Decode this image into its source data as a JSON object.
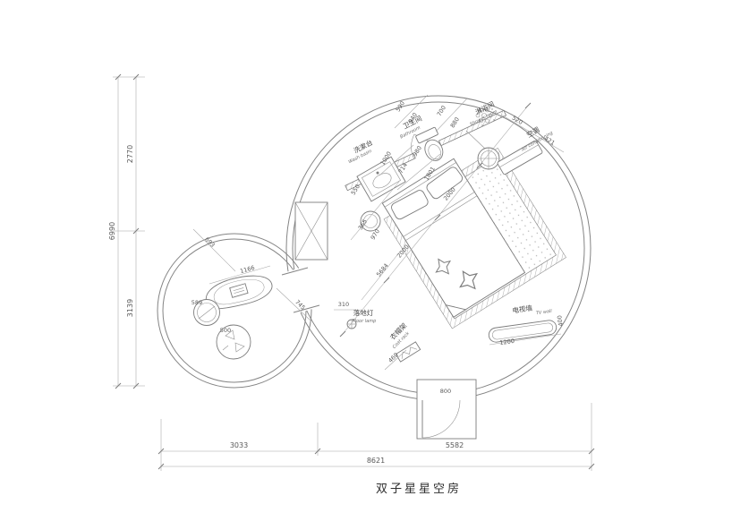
{
  "title": "双子星星空房",
  "overall_dims": {
    "left_upper": "2770",
    "left_lower": "3139",
    "left_total": "6990",
    "bottom_left": "3033",
    "bottom_right": "5582",
    "bottom_total": "8621"
  },
  "rooms": {
    "washbasin": {
      "cn": "洗漱台",
      "en": "Wash basin"
    },
    "bathroom": {
      "cn": "卫生间",
      "en": "Bathroom"
    },
    "shower": {
      "cn": "淋浴间",
      "en": "Shower room"
    },
    "ac": {
      "cn": "空调",
      "en": "Air conditioning"
    },
    "floor_lamp": {
      "cn": "落地灯",
      "en": "Floor lamp"
    },
    "coat_rack": {
      "cn": "衣帽架",
      "en": "Coat rack"
    },
    "tv_wall": {
      "cn": "电视墙",
      "en": "TV wall"
    }
  },
  "dims": {
    "top_chain": [
      "590",
      "940",
      "700",
      "880"
    ],
    "ac_chain": [
      "520",
      "421"
    ],
    "basin_chain": [
      "1000",
      "714",
      "980",
      "1801"
    ],
    "bed_chain": [
      "550",
      "365",
      "970",
      "2000",
      "2000"
    ],
    "diag_total": "5684",
    "floor_lamp": "310",
    "coat_rack": "460",
    "tv_length": "1200",
    "tv_depth": "400",
    "door": "800",
    "lounge_table": "1166",
    "lounge_diag": "693",
    "lounge_gap": "745",
    "round_stool": "589",
    "bean_bag": "500"
  }
}
